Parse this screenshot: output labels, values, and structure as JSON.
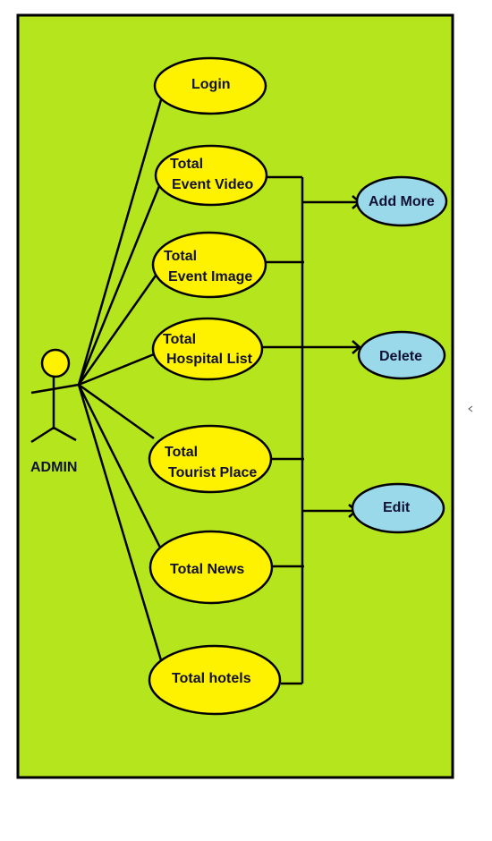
{
  "colors": {
    "background": "#b5e61d",
    "border": "#000000",
    "use_case_fill": "#fff200",
    "action_fill": "#99d9ea",
    "line": "#000000",
    "actor_head": "#fff200"
  },
  "actor": {
    "name": "ADMIN",
    "icon": "stick-figure-icon"
  },
  "use_cases": {
    "login": {
      "lines": [
        "Login"
      ]
    },
    "event_video": {
      "lines": [
        "Total",
        "Event Video"
      ]
    },
    "event_image": {
      "lines": [
        "Total",
        "Event Image"
      ]
    },
    "hospital_list": {
      "lines": [
        "Total",
        "Hospital List"
      ]
    },
    "tourist_place": {
      "lines": [
        "Total",
        "Tourist Place"
      ]
    },
    "news": {
      "lines": [
        "Total News"
      ]
    },
    "hotels": {
      "lines": [
        "Total hotels"
      ]
    }
  },
  "actions": {
    "add_more": {
      "label": "Add More"
    },
    "delete": {
      "label": "Delete"
    },
    "edit": {
      "label": "Edit"
    }
  }
}
